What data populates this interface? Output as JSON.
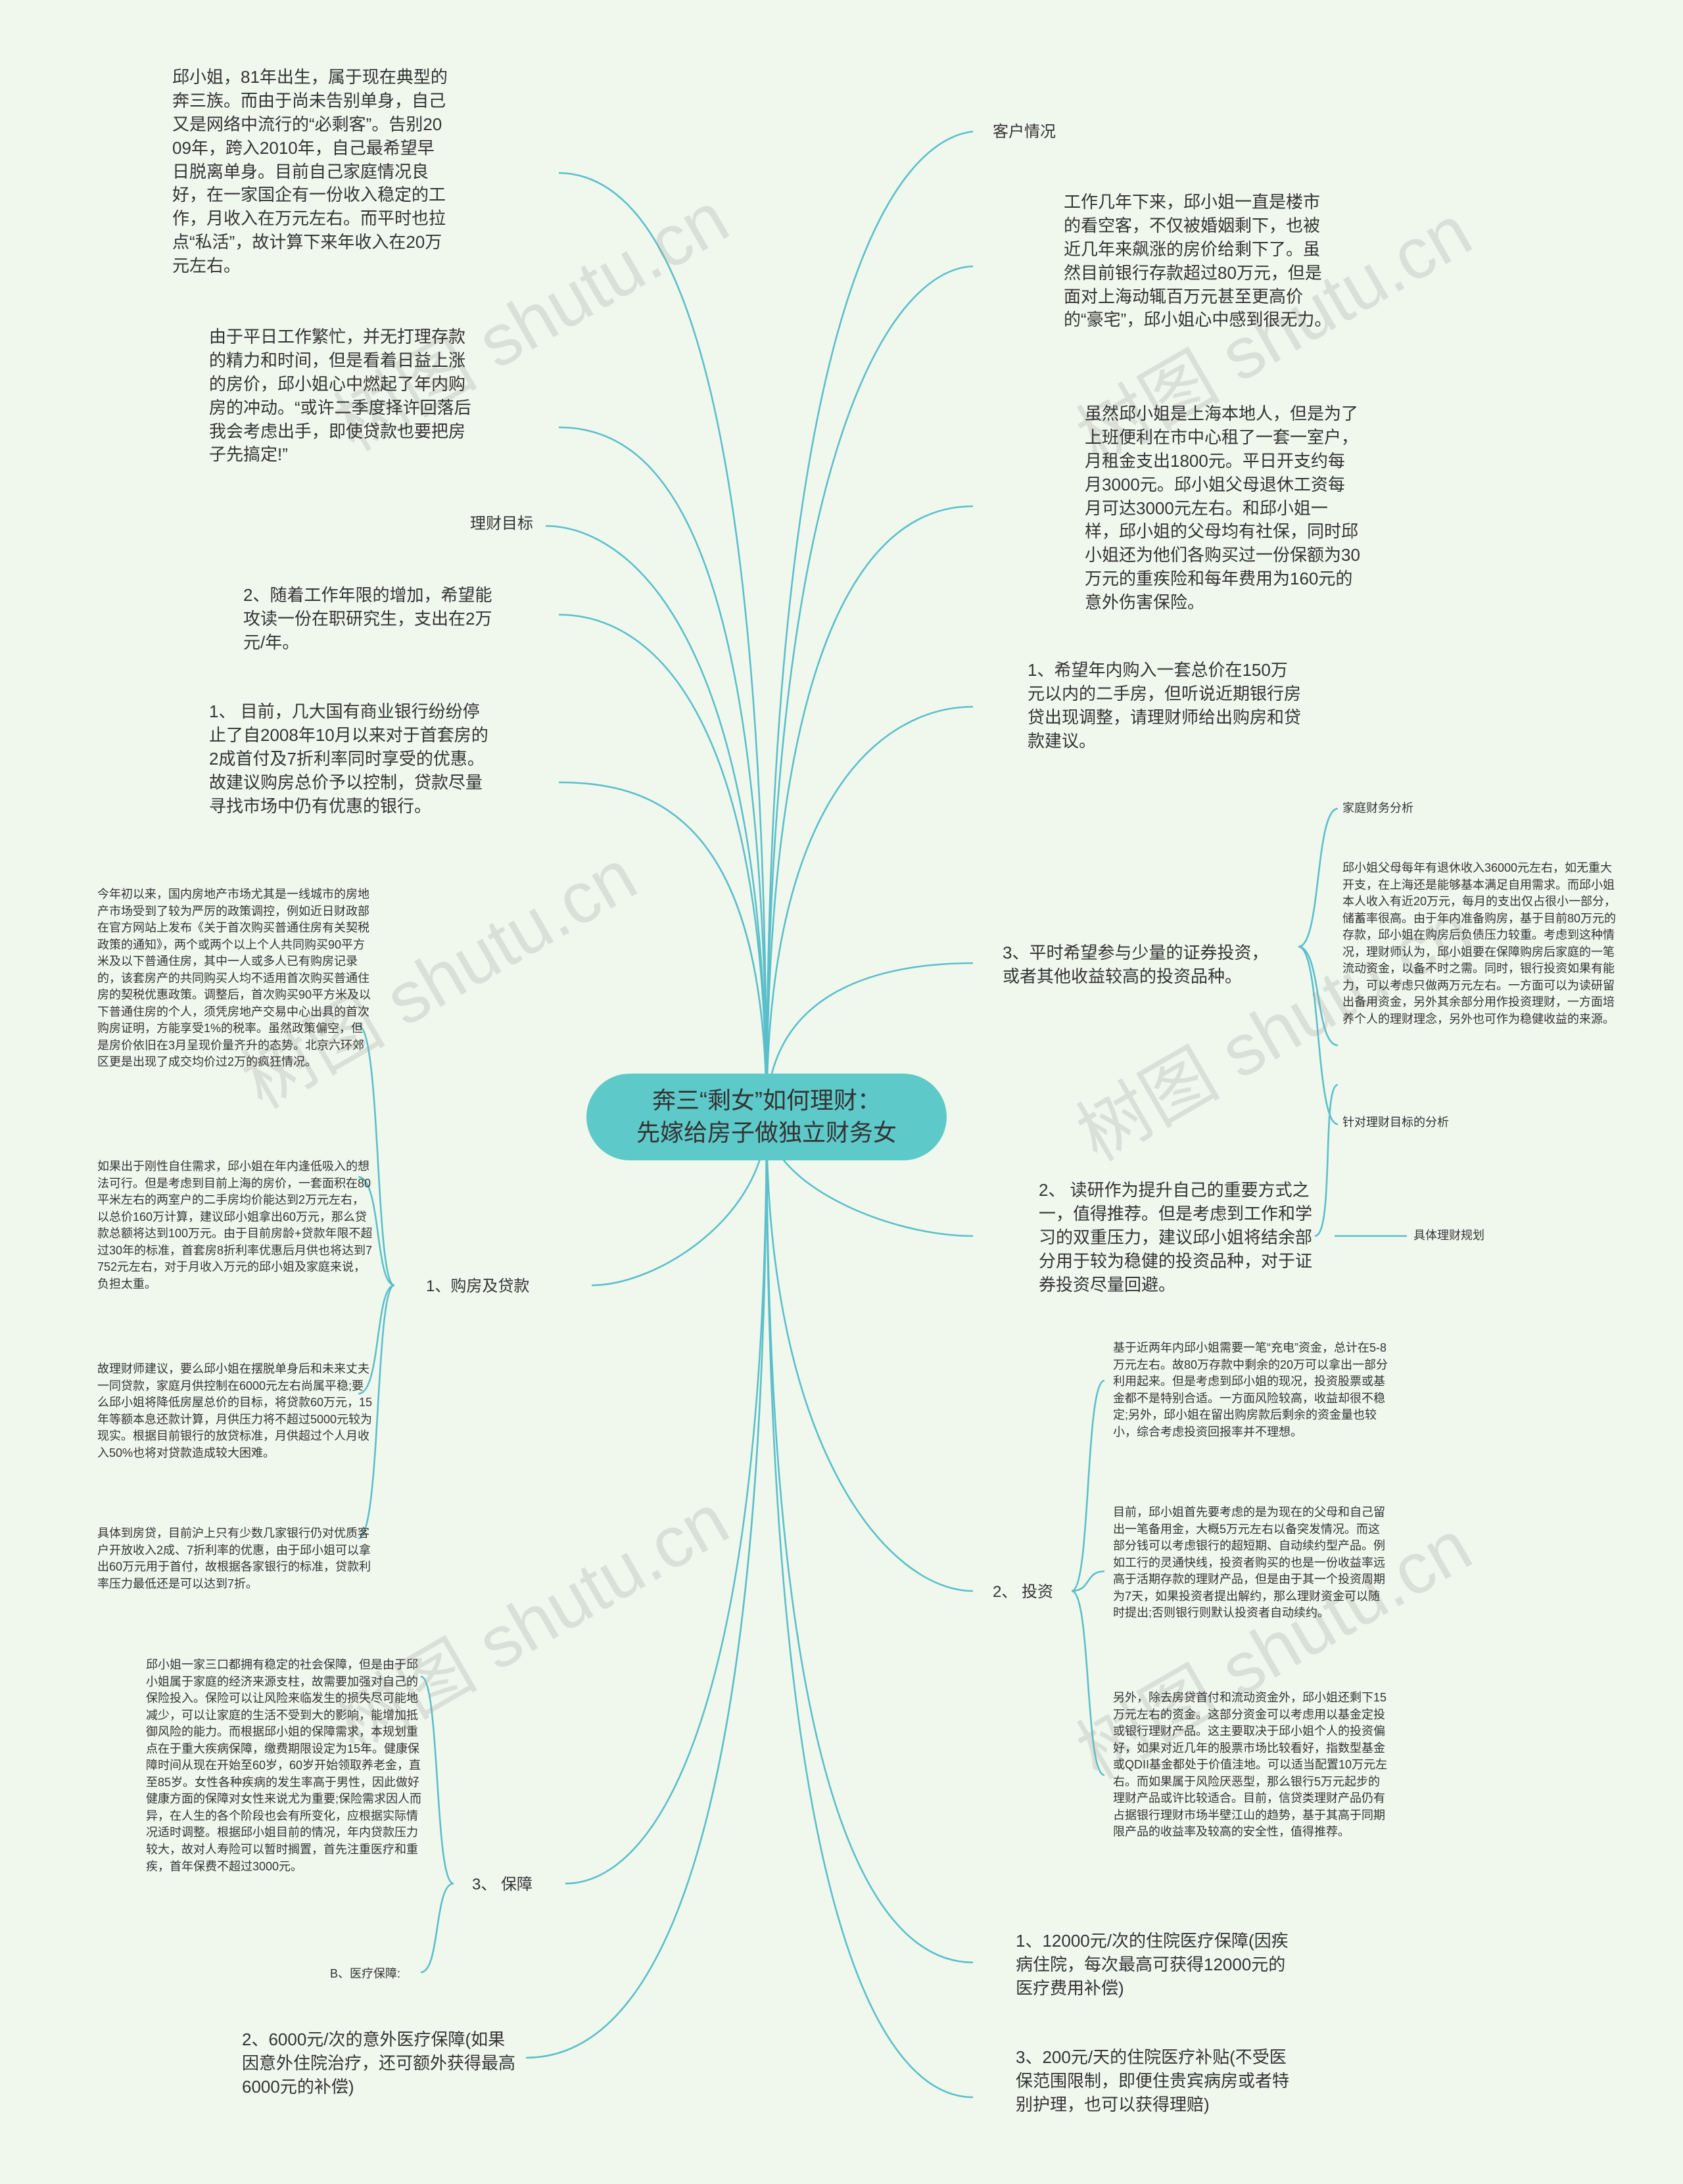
{
  "center": {
    "title_l1": "奔三“剩女”如何理财：",
    "title_l2": "先嫁给房子做独立财务女"
  },
  "left": {
    "intro": "邱小姐，81年出生，属于现在典型的奔三族。而由于尚未告别单身，自己又是网络中流行的“必剩客”。告别2009年，跨入2010年，自己最希望早日脱离单身。目前自己家庭情况良好，在一家国企有一份收入稳定的工作，月收入在万元左右。而平时也拉点“私活”，故计算下来年收入在20万元左右。",
    "buy_wish": "由于平日工作繁忙，并无打理存款的精力和时间，但是看着日益上涨的房价，邱小姐心中燃起了年内购房的冲动。“或许二季度择许回落后我会考虑出手，即使贷款也要把房子先搞定!”",
    "goal_label": "理财目标",
    "goal2": "2、随着工作年限的增加，希望能攻读一份在职研究生，支出在2万元/年。",
    "advice1": "1、 目前，几大国有商业银行纷纷停止了自2008年10月以来对于首套房的2成首付及7折利率同时享受的优惠。故建议购房总价予以控制，贷款尽量寻找市场中仍有优惠的银行。",
    "market": "今年初以来，国内房地产市场尤其是一线城市的房地产市场受到了较为严厉的政策调控，例如近日财政部在官方网站上发布《关于首次购买普通住房有关契税政策的通知》，两个或两个以上个人共同购买90平方米及以下普通住房，其中一人或多人已有购房记录的，该套房产的共同购买人均不适用首次购买普通住房的契税优惠政策。调整后，首次购买90平方米及以下普通住房的个人，须凭房地产交易中心出具的首次购房证明，方能享受1%的税率。虽然政策偏空，但是房价依旧在3月呈现价量齐升的态势。北京六环郊区更是出现了成交均价过2万的疯狂情况。",
    "loan_calc": "如果出于刚性自住需求，邱小姐在年内逢低吸入的想法可行。但是考虑到目前上海的房价，一套面积在80平米左右的两室户的二手房均价能达到2万元左右，以总价160万计算，建议邱小姐拿出60万元，那么贷款总额将达到100万元。由于目前房龄+贷款年限不超过30年的标准，首套房8折利率优惠后月供也将达到7752元左右，对于月收入万元的邱小姐及家庭来说，负担太重。",
    "loan_advice": "故理财师建议，要么邱小姐在摆脱单身后和未来丈夫一同贷款，家庭月供控制在6000元左右尚属平稳;要么邱小姐将降低房屋总价的目标，将贷款60万元，15年等额本息还款计算，月供压力将不超过5000元较为现实。根据目前银行的放贷标准，月供超过个人月收入50%也将对贷款造成较大困难。",
    "loan_bank": "具体到房贷，目前沪上只有少数几家银行仍对优质客户开放收入2成、7折利率的优惠，由于邱小姐可以拿出60万元用于首付，故根据各家银行的标准，贷款利率压力最低还是可以达到7折。",
    "branch_house": "1、购房及贷款",
    "insurance_text": "邱小姐一家三口都拥有稳定的社会保障，但是由于邱小姐属于家庭的经济来源支柱，故需要加强对自己的保险投入。保险可以让风险来临发生的损失尽可能地减少，可以让家庭的生活不受到大的影响，能增加抵御风险的能力。而根据邱小姐的保障需求，本规划重点在于重大疾病保障，缴费期限设定为15年。健康保障时间从现在开始至60岁，60岁开始领取养老金，直至85岁。女性各种疾病的发生率高于男性，因此做好健康方面的保障对女性来说尤为重要;保险需求因人而异，在人生的各个阶段也会有所变化，应根据实际情况适时调整。根据邱小姐目前的情况，年内贷款压力较大，故对人寿险可以暂时搁置，首先注重医疗和重疾，首年保费不超过3000元。",
    "branch_insurance": "3、 保障",
    "medical_label": "B、医疗保障:",
    "med2": "2、6000元/次的意外医疗保障(如果因意外住院治疗，还可额外获得最高6000元的补偿)"
  },
  "right": {
    "client_label": "客户情况",
    "work": "工作几年下来，邱小姐一直是楼市的看空客，不仅被婚姻剩下，也被近几年来飙涨的房价给剩下了。虽然目前银行存款超过80万元，但是面对上海动辄百万元甚至更高价的“豪宅”，邱小姐心中感到很无力。",
    "family": "虽然邱小姐是上海本地人，但是为了上班便利在市中心租了一套一室户，月租金支出1800元。平日开支约每月3000元。邱小姐父母退休工资每月可达3000元左右。和邱小姐一样，邱小姐的父母均有社保，同时邱小姐还为他们各购买过一份保额为30万元的重疾险和每年费用为160元的意外伤害保险。",
    "goal1": "1、希望年内购入一套总价在150万元以内的二手房，但听说近期银行房贷出现调整，请理财师给出购房和贷款建议。",
    "goal3": "3、平时希望参与少量的证券投资，或者其他收益较高的投资品种。",
    "family_analysis_label": "家庭财务分析",
    "family_analysis": "邱小姐父母每年有退休收入36000元左右，如无重大开支，在上海还是能够基本满足自用需求。而邱小姐本人收入有近20万元，每月的支出仅占很小一部分，储蓄率很高。由于年内准备购房，基于目前80万元的存款，邱小姐在购房后负债压力较重。考虑到这种情况，理财师认为，邱小姐要在保障购房后家庭的一笔流动资金，以备不时之需。同时，银行投资如果有能力，可以考虑只做两万元左右。一方面可以为读研留出备用资金，另外其余部分用作投资理财，一方面培养个人的理财理念，另外也可作为稳健收益的来源。",
    "target_analysis_label": "针对理财目标的分析",
    "study_advice": "2、 读研作为提升自己的重要方式之一，值得推荐。但是考虑到工作和学习的双重压力，建议邱小姐将结余部分用于较为稳健的投资品种，对于证券投资尽量回避。",
    "plan_label": "具体理财规划",
    "invest1": "基于近两年内邱小姐需要一笔“充电”资金，总计在5-8万元左右。故80万存款中剩余的20万可以拿出一部分利用起来。但是考虑到邱小姐的现况，投资股票或基金都不是特别合适。一方面风险较高，收益却很不稳定;另外，邱小姐在留出购房款后剩余的资金量也较小，综合考虑投资回报率并不理想。",
    "invest2": "目前，邱小姐首先要考虑的是为现在的父母和自己留出一笔备用金，大概5万元左右以备突发情况。而这部分钱可以考虑银行的超短期、自动续约型产品。例如工行的灵通快线，投资者购买的也是一份收益率远高于活期存款的理财产品，但是由于其一个投资周期为7天，如果投资者提出解约，那么理财资金可以随时提出;否则银行则默认投资者自动续约。",
    "invest3": "另外，除去房贷首付和流动资金外，邱小姐还剩下15万元左右的资金。这部分资金可以考虑用以基金定投或银行理财产品。这主要取决于邱小姐个人的投资偏好，如果对近几年的股票市场比较看好，指数型基金或QDII基金都处于价值洼地。可以适当配置10万元左右。而如果属于风险厌恶型，那么银行5万元起步的理财产品或许比较适合。目前，信贷类理财产品仍有占据银行理财市场半壁江山的趋势，基于其高于同期限产品的收益率及较高的安全性，值得推荐。",
    "branch_invest": "2、 投资",
    "med1": "1、12000元/次的住院医疗保障(因疾病住院，每次最高可获得12000元的医疗费用补偿)",
    "med3": "3、200元/天的住院医疗补贴(不受医保范围限制，即便住贵宾病房或者特别护理，也可以获得理赔)"
  },
  "watermark": "树图 shutu.cn",
  "colors": {
    "link": "#5bbfca",
    "center_fill": "#5ec9c9",
    "background": "#f0f8ee"
  }
}
